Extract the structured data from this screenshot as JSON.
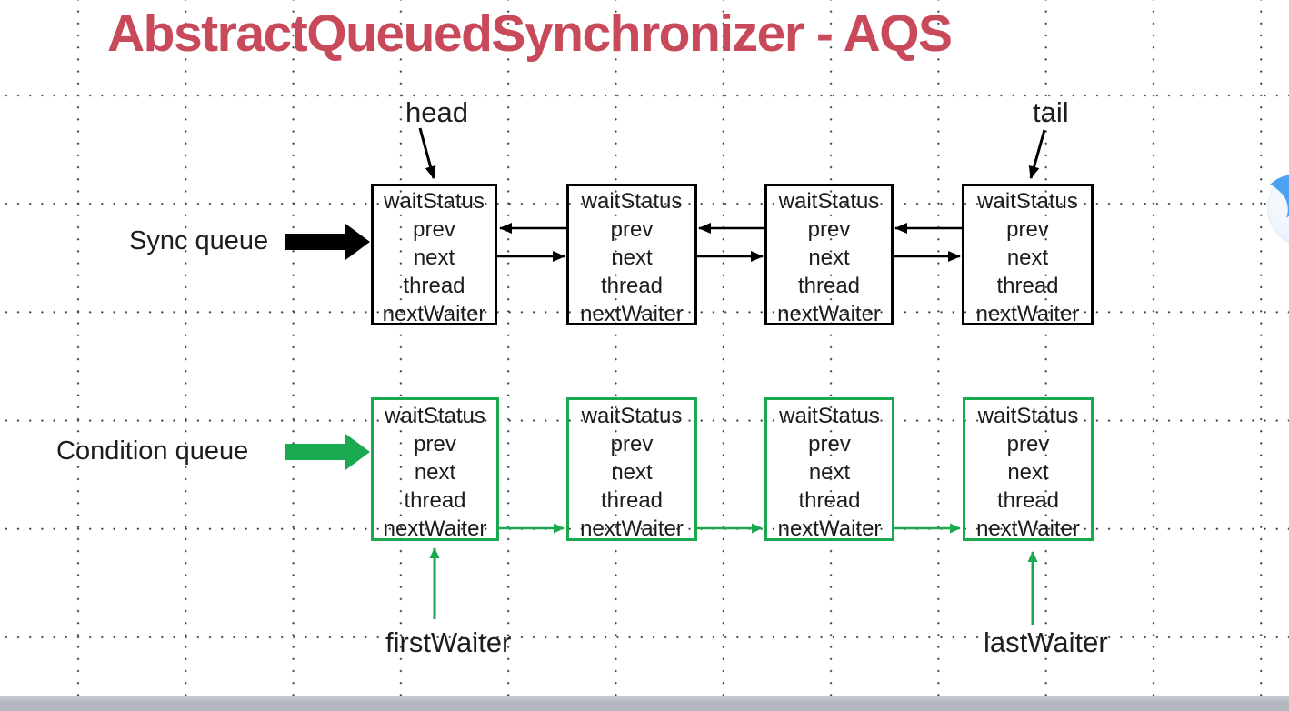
{
  "title": "AbstractQueuedSynchronizer - AQS",
  "labels": {
    "head": "head",
    "tail": "tail",
    "sync_queue": "Sync queue",
    "condition_queue": "Condition queue",
    "first_waiter": "firstWaiter",
    "last_waiter": "lastWaiter"
  },
  "node_fields": [
    "waitStatus",
    "prev",
    "next",
    "thread",
    "nextWaiter"
  ],
  "queues": {
    "sync": {
      "name": "Sync queue",
      "node_count": 4,
      "border_color": "#000000",
      "pointer_labels": [
        "head",
        "tail"
      ]
    },
    "condition": {
      "name": "Condition queue",
      "node_count": 4,
      "border_color": "#1aa94f",
      "pointer_labels": [
        "firstWaiter",
        "lastWaiter"
      ]
    }
  },
  "colors": {
    "title_red": "#c7495a",
    "sync_black": "#000000",
    "condition_green": "#1aa94f",
    "grid_dot": "#3c3c3c",
    "bottom_bar": "#b9bcc4",
    "icon_blue": "#4da2ef"
  },
  "icons": {
    "floating_bird": "bird-assistant-icon"
  }
}
